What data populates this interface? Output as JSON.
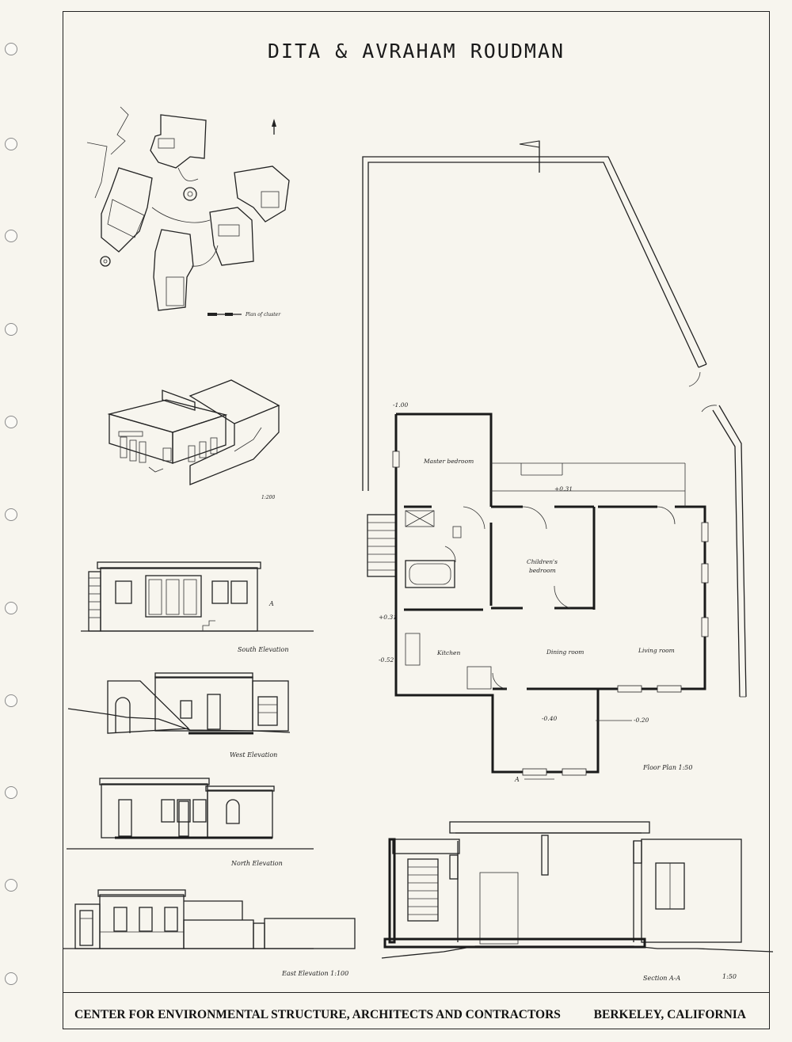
{
  "title": "DITA & AVRAHAM ROUDMAN",
  "footer": {
    "left": "CENTER FOR ENVIRONMENTAL STRUCTURE, ARCHITECTS AND CONTRACTORS",
    "right": "BERKELEY, CALIFORNIA"
  },
  "site_plan": {
    "scale_label": "Plan of cluster"
  },
  "axonometric": {
    "scale_label": "1:200"
  },
  "elevations": {
    "south": "South Elevation",
    "west": "West Elevation",
    "north": "North Elevation",
    "east": "East Elevation 1:100"
  },
  "section": {
    "label": "Section A-A",
    "scale": "1:50",
    "marker": "A"
  },
  "floor_plan": {
    "label": "Floor Plan 1:50",
    "section_marker": "A",
    "rooms": {
      "master_bedroom": "Master bedroom",
      "childrens_bedroom_1": "Children's",
      "childrens_bedroom_2": "bedroom",
      "kitchen": "Kitchen",
      "dining_room": "Dining room",
      "living_room": "Living room"
    },
    "levels": [
      "-1.00",
      "+0.31",
      "-0.52",
      "-0.40",
      "-0.20"
    ]
  }
}
